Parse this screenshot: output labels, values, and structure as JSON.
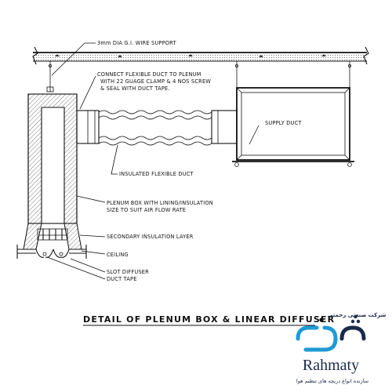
{
  "labels": {
    "wire_support": "3mm DIA G.I. WIRE SUPPORT",
    "connect_line1": "CONNECT FLEXIBLE DUCT TO PLENUM",
    "connect_line2": "WITH 22 GUAGE CLAMP & 4 NOS SCREW",
    "connect_line3": "& SEAL WITH DUCT TAPE.",
    "supply_duct": "SUPPLY DUCT",
    "insulated_flex": "INSULATED FLEXIBLE DUCT",
    "plenum_line1": "PLENUM BOX WITH LINING/INSULATION",
    "plenum_line2": "SIZE TO SUIT AIR FLOW RATE",
    "secondary_insulation": "SECONDARY INSULATION LAYER",
    "ceiling": "CEILING",
    "slot_diffuser": "SLOT DIFFUSER",
    "duct_tape": "DUCT TAPE"
  },
  "title": "DETAIL OF PLENUM BOX & LINEAR DIFFUSER",
  "logo": {
    "company_fa": "شرکت صنعتی رحمتی",
    "brand": "Rahmaty",
    "tagline_fa": "سازنده انواع دریچه های تنظیم هوا"
  },
  "colors": {
    "line": "#111111",
    "logo_blue": "#1e9ad6",
    "logo_navy": "#1b2a4a"
  }
}
